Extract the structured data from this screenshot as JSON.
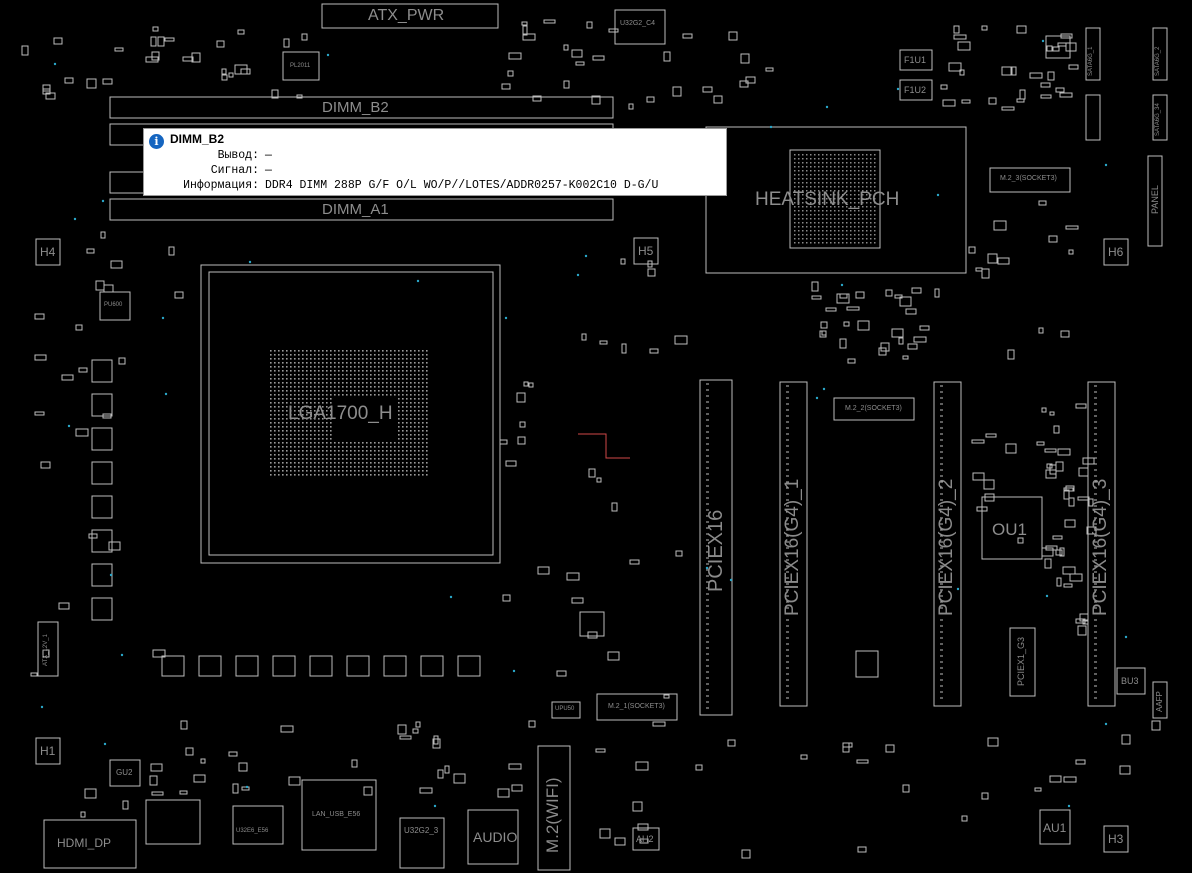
{
  "board": {
    "labels": {
      "atx_pwr": "ATX_PWR",
      "dimm_b2": "DIMM_B2",
      "dimm_a1": "DIMM_A1",
      "heatsink_pch": "HEATSINK_PCH",
      "cpu_socket": "LGA1700_H",
      "h1": "H1",
      "h3": "H3",
      "h4": "H4",
      "h5": "H5",
      "h6": "H6",
      "pciex16": "PCIEX16",
      "pciex16_g4_1": "PCIEX16(G4)_1",
      "pciex16_g4_2": "PCIEX16(G4)_2",
      "pciex16_g4_3": "PCIEX16(G4)_3",
      "pciex1_g3": "PCIEX1_G3",
      "m2_1": "M.2_1(SOCKET3)",
      "m2_2": "M.2_2(SOCKET3)",
      "m2_3": "M.2_3(SOCKET3)",
      "m2_wifi": "M.2(WIFI)",
      "ou1": "OU1",
      "au1": "AU1",
      "bu3": "BU3",
      "f1u1": "F1U1",
      "f1u2": "F1U2",
      "hdmi_dp": "HDMI_DP",
      "lan_usb": "LAN_USB_E56",
      "u32g2_3": "U32G2_3",
      "audio": "AUDIO",
      "ah2": "AH2",
      "u32g2_c4": "U32G2_C4",
      "atx_12v": "ATX_12V_1",
      "panel": "PANEL",
      "pl2011": "PL2011",
      "pu600": "PU600",
      "gu2": "GU2",
      "upu50": "UPU50",
      "u32e6_e56": "U32E6_E56",
      "aafp": "AAFP",
      "sata6g_1": "SATA6G_1",
      "sata6g_2": "SATA6G_2",
      "sata6g_34": "SATA6G_34"
    }
  },
  "tooltip": {
    "icon": "info-icon",
    "title": "DIMM_B2",
    "rows": [
      {
        "key": "Вывод:",
        "value": "—"
      },
      {
        "key": "Сигнал:",
        "value": "—"
      },
      {
        "key": "Информация:",
        "value": "DDR4 DIMM 288P G/F O/L WO/P//LOTES/ADDR0257-K002C10 D-G/U"
      }
    ]
  },
  "colors": {
    "background": "#000000",
    "outline": "#bdbdbd",
    "label": "#8d8d8d",
    "accent_dot": "#2aa7c9",
    "highlight": "#d04848",
    "tooltip_bg": "#ffffff",
    "info_icon": "#1565c0"
  }
}
